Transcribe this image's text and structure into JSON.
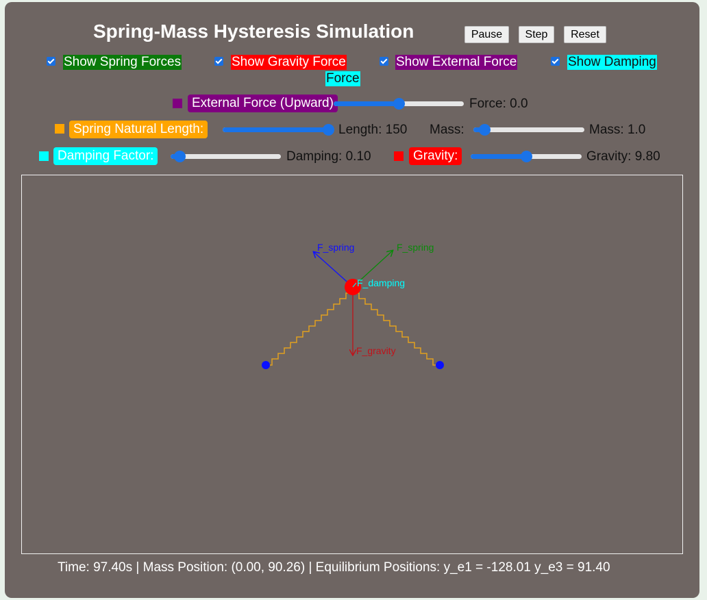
{
  "title": "Spring-Mass Hysteresis Simulation",
  "buttons": {
    "pause": "Pause",
    "step": "Step",
    "reset": "Reset"
  },
  "toggles": {
    "spring": "Show Spring Forces",
    "gravity": "Show Gravity Force",
    "external": "Show External Force",
    "damping_line1": "Show Damping",
    "damping_line2": "Force"
  },
  "controls": {
    "external_label": "External Force (Upward)",
    "external_value": "Force: 0.0",
    "external_fraction": 0.5,
    "spring_label": "Spring Natural Length:",
    "spring_value": "Length: 150",
    "spring_fraction": 1.0,
    "mass_label": "Mass:",
    "mass_value": "Mass: 1.0",
    "mass_fraction": 0.1,
    "damping_label": "Damping Factor:",
    "damping_value": "Damping: 0.10",
    "damping_fraction": 0.08,
    "gravity_label": "Gravity:",
    "gravity_value": "Gravity: 9.80",
    "gravity_fraction": 0.5
  },
  "colors": {
    "spring": "#0a7a0a",
    "gravity": "#ff0000",
    "external": "#800080",
    "damping": "#00ffff",
    "natural_length": "#ffa500",
    "accent": "#1a73e8",
    "panel": "#6e6562"
  },
  "canvas_labels": {
    "spring_left": "F_spring",
    "spring_right": "F_spring",
    "damping": "F_damping",
    "gravity": "F_gravity"
  },
  "status": "Time: 97.40s | Mass Position: (0.00, 90.26) | Equilibrium Positions: y_e1 = -128.01 y_e3 = 91.40"
}
